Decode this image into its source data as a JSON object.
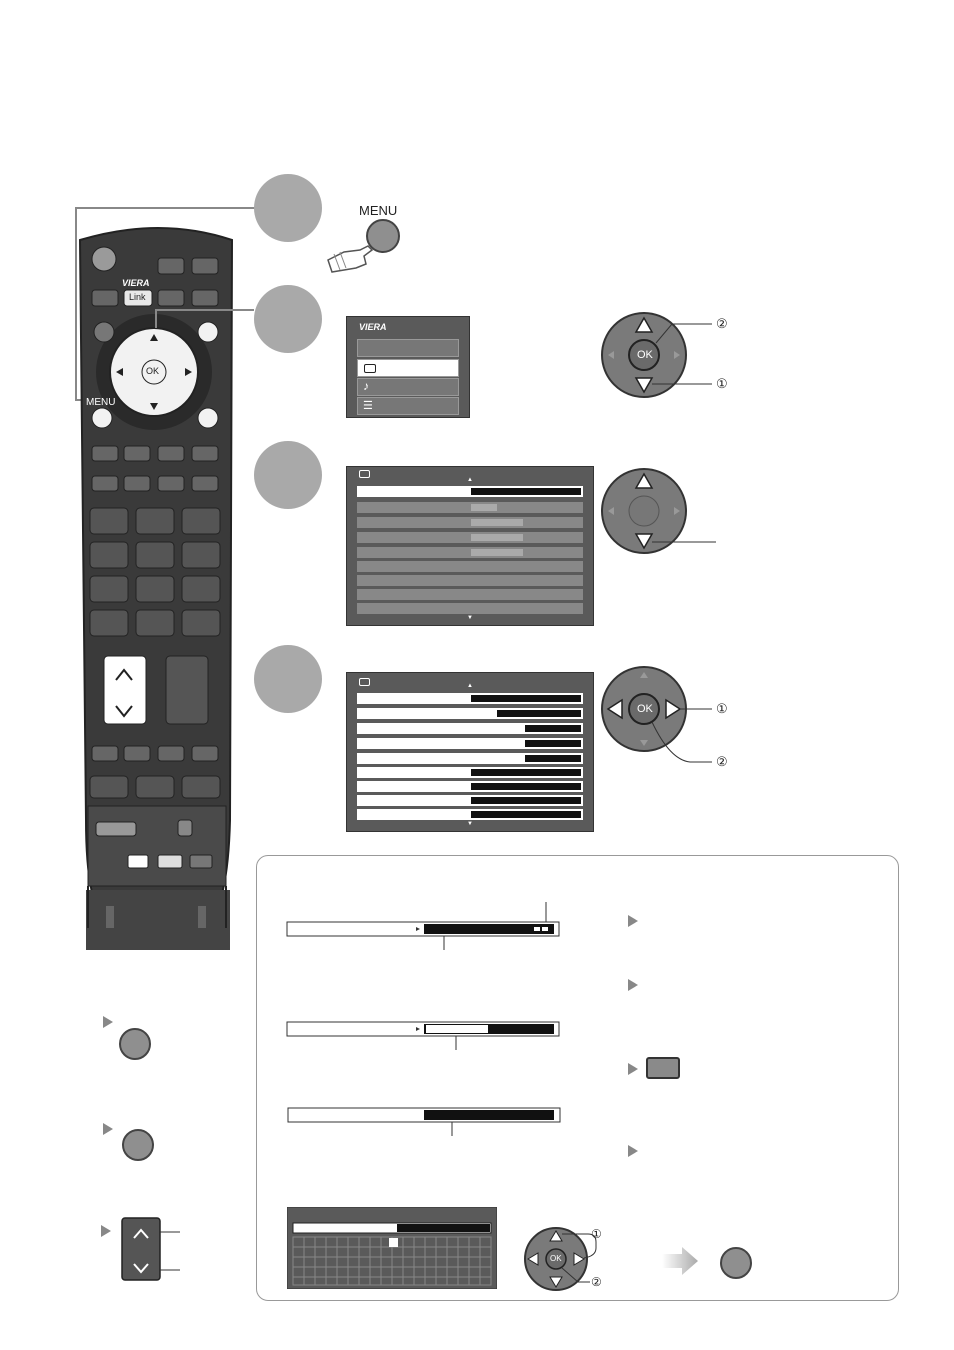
{
  "remote": {
    "menu_label": "MENU",
    "link_label": "Link",
    "ok_label": "OK",
    "viera_label": "VIERA"
  },
  "step1": {
    "button_label": "MENU"
  },
  "main_menu": {
    "brand": "VIERA"
  },
  "dpad": {
    "ok_label": "OK",
    "marker_1": "①",
    "marker_2": "②"
  },
  "colors": {
    "step_circle": "#a9a9a9",
    "remote_body": "#3a3a3a",
    "screen_bg": "#5a5a5a",
    "dpad_fill": "#7a7a7a"
  }
}
